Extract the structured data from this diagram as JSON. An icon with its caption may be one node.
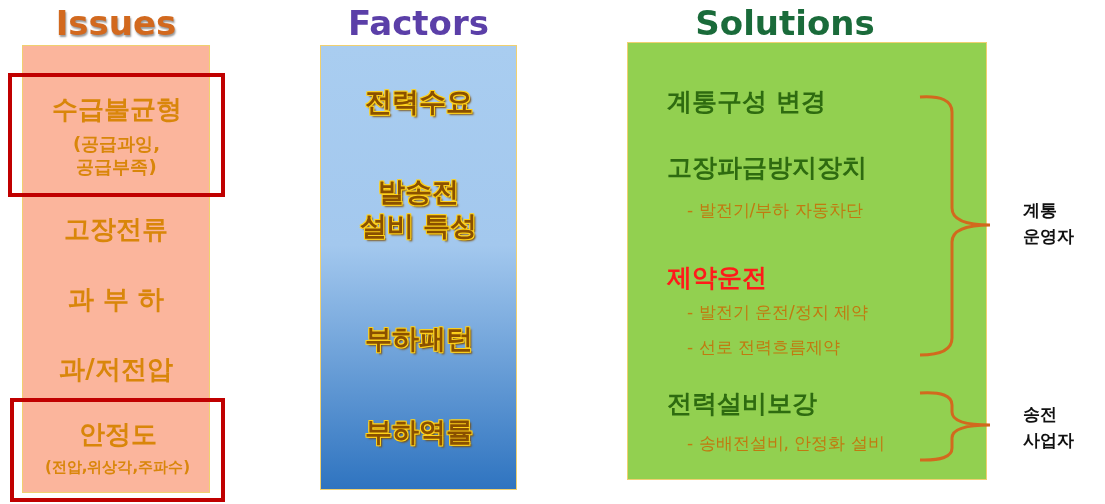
{
  "diagram": {
    "nodes": [
      {
        "text": [
          "Issues",
          "고장전류",
          "과 부 하",
          "과/저전압"
        ]
      },
      {
        "text": [
          "수급불균형",
          "(공급과잉, 공급부족)"
        ]
      },
      {
        "text": [
          "안정도",
          "(전압,위상각,주파수)"
        ]
      },
      {
        "text": [
          "Factors",
          "전력수요",
          "발송전 설비 특성",
          "부하패턴",
          "부하역률"
        ]
      },
      {
        "text": [
          "Solutions",
          "계통구성 변경",
          "고장파급방지장치",
          "- 발전기/부하 자동차단",
          "제약운전",
          "- 발전기 운전/정지 제약",
          "- 선로 전력흐름제약",
          "전력설비보강",
          "- 송배전설비, 안정화 설비"
        ]
      }
    ],
    "edges": [],
    "labels": [
      "계통 운영자",
      "송전 사업자"
    ]
  }
}
